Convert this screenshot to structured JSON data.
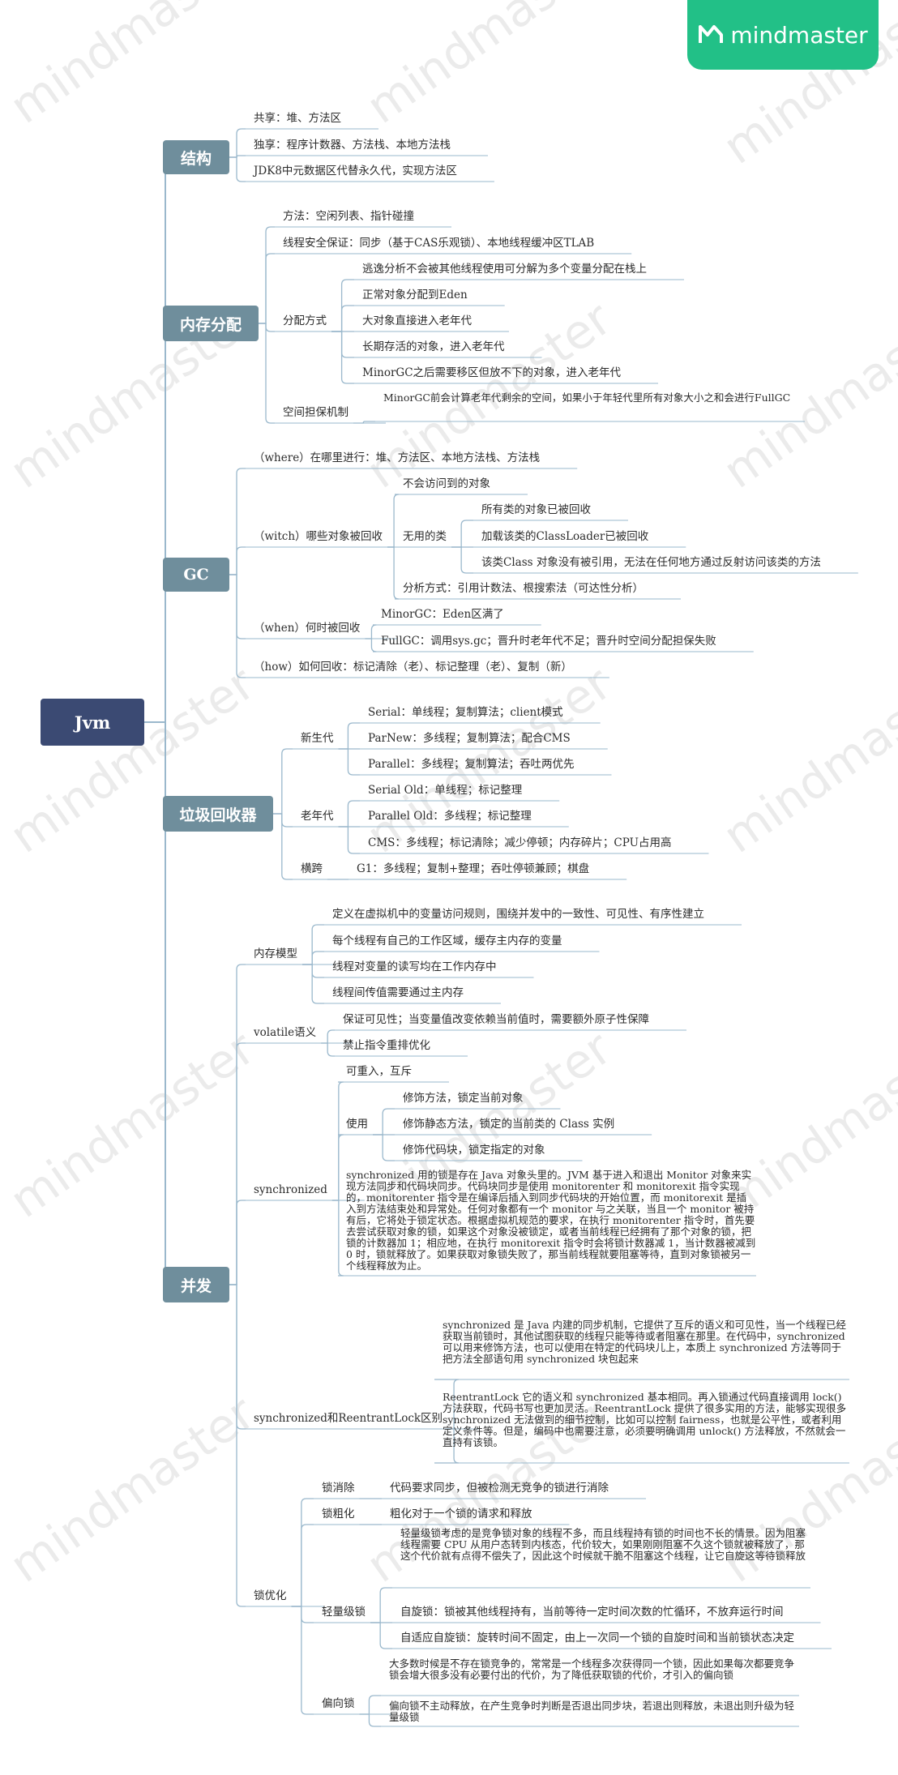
{
  "logo": {
    "text": "mindmaster",
    "icon": "mindmaster-logo-icon"
  },
  "watermark": {
    "text": "mindmaster"
  },
  "colors": {
    "root": "#3b4a73",
    "main": "#6f8e9c",
    "line": "#9ab8cc",
    "logo_bg": "#22c087"
  },
  "root": {
    "label": "Jvm"
  },
  "branches": {
    "structure": {
      "label": "结构",
      "items": [
        "共享：堆、方法区",
        "独享：程序计数器、方法栈、本地方法栈",
        "JDK8中元数据区代替永久代，实现方法区"
      ]
    },
    "memory": {
      "label": "内存分配",
      "method": "方法：空闲列表、指针碰撞",
      "thread_safety": "线程安全保证：同步（基于CAS乐观锁）、本地线程缓冲区TLAB",
      "alloc_label": "分配方式",
      "alloc_items": [
        "逃逸分析不会被其他线程使用可分解为多个变量分配在栈上",
        "正常对象分配到Eden",
        "大对象直接进入老年代",
        "长期存活的对象，进入老年代",
        "MinorGC之后需要移区但放不下的对象，进入老年代"
      ],
      "guarantee_label": "空间担保机制",
      "guarantee_text": "MinorGC前会计算老年代剩余的空间，如果小于年轻代里所有对象大小之和会进行FullGC"
    },
    "gc": {
      "label": "GC",
      "where": "（where）在哪里进行：堆、方法区、本地方法栈、方法栈",
      "witch": "（witch）哪些对象被回收",
      "unreachable": "不会访问到的对象",
      "useless_class": "无用的类",
      "class_items": [
        "所有类的对象已被回收",
        "加载该类的ClassLoader已被回收",
        "该类Class 对象没有被引用，无法在任何地方通过反射访问该类的方法"
      ],
      "analysis": "分析方式：引用计数法、根搜索法（可达性分析）",
      "when": "（when）何时被回收",
      "when_items": [
        "MinorGC：Eden区满了",
        "FullGC：调用sys.gc；晋升时老年代不足；晋升时空间分配担保失败"
      ],
      "how": "（how）如何回收：标记清除（老）、标记整理（老）、复制（新）"
    },
    "collector": {
      "label": "垃圾回收器",
      "young": "新生代",
      "young_items": [
        "Serial：单线程；复制算法；client模式",
        "ParNew：多线程；复制算法；配合CMS",
        "Parallel：多线程；复制算法；吞吐两优先"
      ],
      "old": "老年代",
      "old_items": [
        "Serial Old：单线程；标记整理",
        "Parallel Old：多线程；标记整理",
        "CMS：多线程；标记清除；减少停顿；内存碎片；CPU占用高"
      ],
      "cross": "横跨",
      "g1": "G1：多线程；复制+整理；吞吐停顿兼顾；棋盘"
    },
    "concurrency": {
      "label": "并发",
      "memory_model": "内存模型",
      "mm_items": [
        "定义在虚拟机中的变量访问规则，围绕并发中的一致性、可见性、有序性建立",
        "每个线程有自己的工作区域，缓存主内存的变量",
        "线程对变量的读写均在工作内存中",
        "线程间传值需要通过主内存"
      ],
      "volatile": "volatile语义",
      "volatile_items": [
        "保证可见性；当变量值改变依赖当前值时，需要额外原子性保障",
        "禁止指令重排优化"
      ],
      "synchronized": "synchronized",
      "reentrant": "可重入，互斥",
      "usage": "使用",
      "usage_items": [
        "修饰方法，锁定当前对象",
        "修饰静态方法，锁定的当前类的 Class 实例",
        "修饰代码块，锁定指定的对象"
      ],
      "sync_para": "synchronized 用的锁是存在 Java 对象头里的。JVM 基于进入和退出 Monitor 对象来实现方法同步和代码块同步。代码块同步是使用 monitorenter 和 monitorexit 指令实现的，monitorenter 指令是在编译后插入到同步代码块的开始位置，而 monitorexit 是插入到方法结束处和异常处。任何对象都有一个 monitor 与之关联，当且一个 monitor 被持有后，它将处于锁定状态。根据虚拟机规范的要求，在执行 monitorenter 指令时，首先要去尝试获取对象的锁，如果这个对象没被锁定，或者当前线程已经拥有了那个对象的锁，把锁的计数器加 1；相应地，在执行 monitorexit 指令时会将锁计数器减 1，当计数器被减到 0 时，锁就释放了。如果获取对象锁失败了，那当前线程就要阻塞等待，直到对象锁被另一个线程释放为止。",
      "diff": "synchronized和ReentrantLock区别",
      "diff_items": [
        "synchronized 是 Java 内建的同步机制，它提供了互斥的语义和可见性，当一个线程已经获取当前锁时，其他试图获取的线程只能等待或者阻塞在那里。在代码中，synchronized 可以用来修饰方法，也可以使用在特定的代码块儿上，本质上 synchronized 方法等同于把方法全部语句用 synchronized 块包起来",
        "ReentrantLock 它的语义和 synchronized 基本相同。再入锁通过代码直接调用 lock() 方法获取，代码书写也更加灵活。ReentrantLock 提供了很多实用的方法，能够实现很多 synchronized 无法做到的细节控制，比如可以控制 fairness，也就是公平性，或者利用定义条件等。但是，编码中也需要注意，必须要明确调用 unlock() 方法释放，不然就会一直持有该锁。"
      ],
      "lock_opt": "锁优化",
      "elim": "锁消除",
      "elim_text": "代码要求同步，但被检测无竞争的锁进行消除",
      "coarse": "锁粗化",
      "coarse_text": "粗化对于一个锁的请求和释放",
      "light": "轻量级锁",
      "light_items": [
        "轻量级锁考虑的是竞争锁对象的线程不多，而且线程持有锁的时间也不长的情景。因为阻塞线程需要 CPU 从用户态转到内核态，代价较大，如果刚刚阻塞不久这个锁就被释放了，那这个代价就有点得不偿失了，因此这个时候就干脆不阻塞这个线程，让它自旋这等待锁释放",
        "自旋锁：锁被其他线程持有，当前等待一定时间次数的忙循环，不放弃运行时间",
        "自适应自旋锁：旋转时间不固定，由上一次同一个锁的自旋时间和当前锁状态决定"
      ],
      "biased": "偏向锁",
      "biased_items": [
        "大多数时候是不存在锁竞争的，常常是一个线程多次获得同一个锁，因此如果每次都要竞争锁会增大很多没有必要付出的代价，为了降低获取锁的代价，才引入的偏向锁",
        "偏向锁不主动释放，在产生竞争时判断是否退出同步块，若退出则释放，未退出则升级为轻量级锁"
      ]
    }
  }
}
